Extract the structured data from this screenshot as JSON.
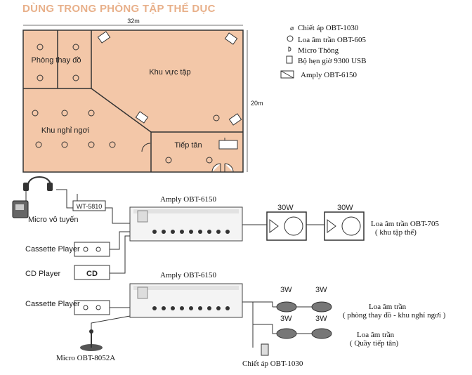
{
  "title": "DÙNG TRONG PHÒNG TẬP THỂ DỤC",
  "floorplan": {
    "width_label": "32m",
    "height_label": "20m",
    "rooms": {
      "changing_room": "Phòng thay đồ",
      "workout_area": "Khu vực tập",
      "rest_area": "Khu nghỉ ngơi",
      "reception": "Tiếp tân"
    }
  },
  "legend": [
    {
      "icon": "attenuator-icon",
      "label": "Chiết áp OBT-1030"
    },
    {
      "icon": "ceiling-speaker-icon",
      "label": "Loa âm trần OBT-605"
    },
    {
      "icon": "microphone-icon",
      "label": "Micro Thông"
    },
    {
      "icon": "timer-icon",
      "label": "Bộ hẹn giờ 9300 USB"
    },
    {
      "icon": "amplifier-icon",
      "label": "Amply OBT-6150"
    }
  ],
  "wiring": {
    "wireless_mic": "Micro vô tuyến",
    "receiver": "WT-5810",
    "cassette_1": "Cassette Player",
    "cd_player": "CD Player",
    "cd_label": "CD",
    "amp_1": "Amply OBT-6150",
    "amp_2": "Amply OBT-6150",
    "cassette_2": "Cassette Player",
    "desk_mic": "Micro OBT-8052A",
    "speaker_power_30w_a": "30W",
    "speaker_power_30w_b": "30W",
    "ceiling_speaker_705": "Loa âm trần OBT-705",
    "ceiling_speaker_705_note": "( khu tập thể)",
    "speaker_power_3w_a": "3W",
    "speaker_power_3w_b": "3W",
    "speaker_power_3w_c": "3W",
    "speaker_power_3w_d": "3W",
    "ceiling_speaker_group_1": "Loa âm trần",
    "ceiling_speaker_group_1_note": "( phòng thay đồ - khu nghỉ ngơi )",
    "ceiling_speaker_group_2": "Loa âm trần",
    "ceiling_speaker_group_2_note": "( Quầy tiếp tân)",
    "attenuator": "Chiết áp OBT-1030"
  }
}
